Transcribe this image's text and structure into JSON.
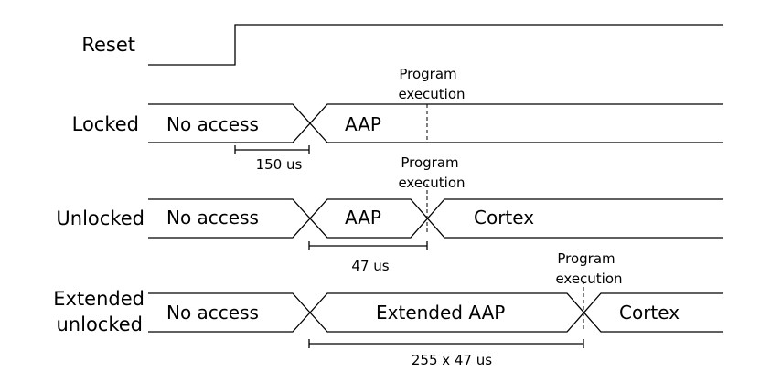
{
  "signals": {
    "reset": "Reset",
    "locked": "Locked",
    "unlocked": "Unlocked",
    "extended_line1": "Extended",
    "extended_line2": "unlocked"
  },
  "states": {
    "no_access": "No access",
    "aap": "AAP",
    "cortex": "Cortex",
    "extended_aap": "Extended AAP"
  },
  "notes": {
    "program": "Program",
    "execution": "execution"
  },
  "durations": {
    "locked": "150 us",
    "unlocked": "47 us",
    "extended": "255 x 47 us"
  }
}
